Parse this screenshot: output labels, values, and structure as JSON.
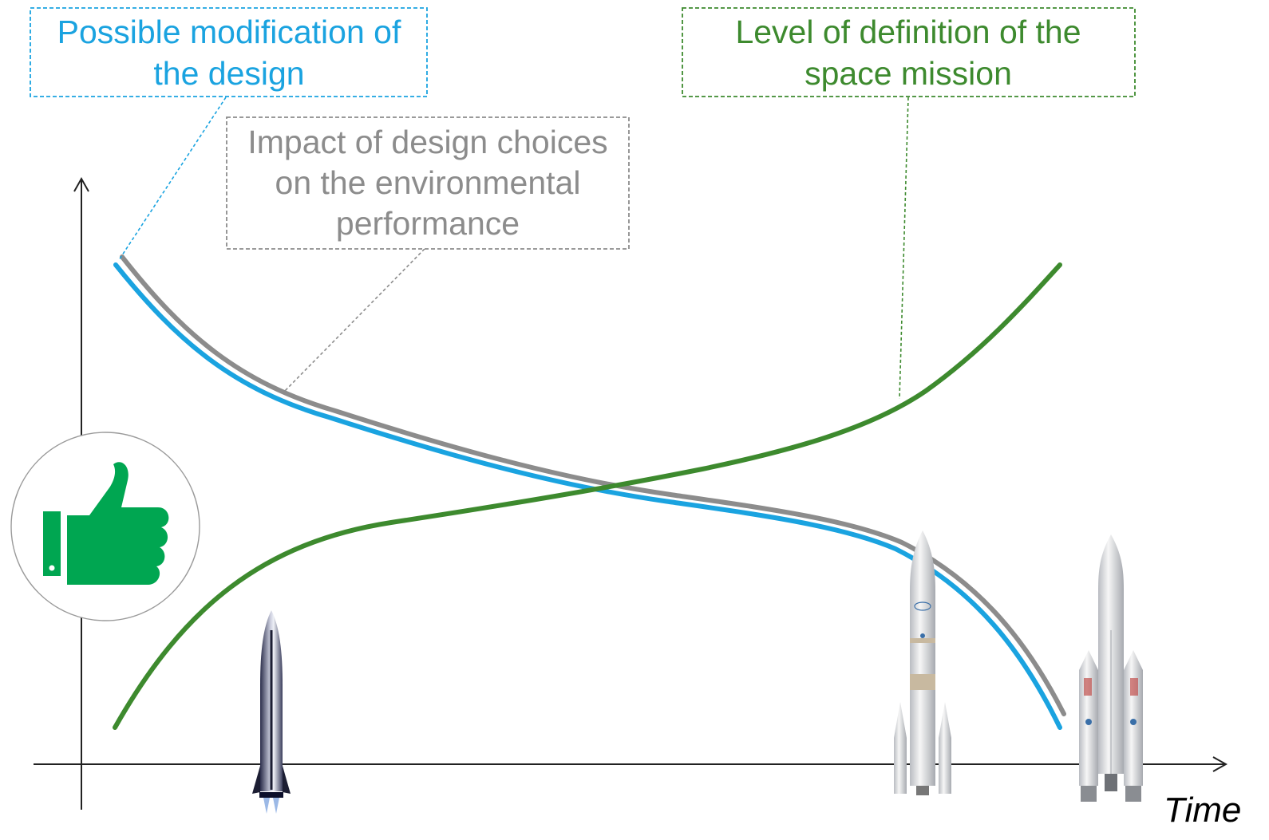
{
  "labels": {
    "blue_box": [
      "Possible modification of",
      "the design"
    ],
    "gray_box": [
      "Impact of design choices",
      "on the environmental",
      "performance"
    ],
    "green_box": [
      "Level of definition of the",
      "space mission"
    ],
    "x_axis": "Time"
  },
  "colors": {
    "blue": "#1aa3e0",
    "gray": "#8c8c8c",
    "green": "#3d8a2e",
    "thumb": "#00a651",
    "axis": "#222222"
  },
  "icons": [
    "thumbs-up-icon",
    "future-reusable-rocket-icon",
    "ariane-6-rocket-icon",
    "ariane-5-rocket-icon"
  ]
}
